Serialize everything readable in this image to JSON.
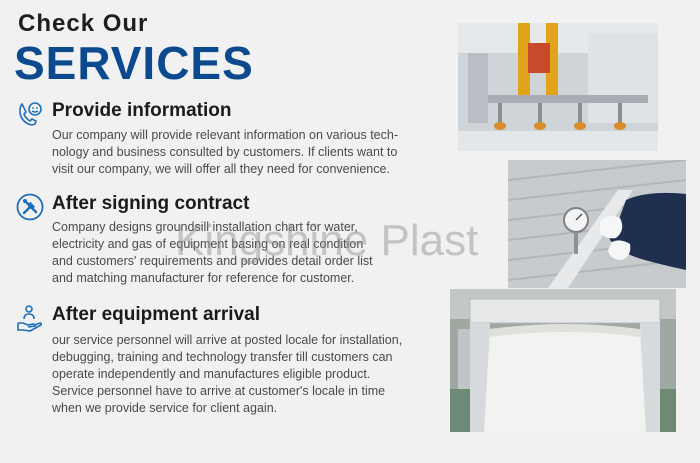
{
  "header": {
    "small": "Check Our",
    "big": "SERVICES"
  },
  "sections": [
    {
      "icon": "consultation-icon",
      "title": "Provide information",
      "lines": [
        "Our company will provide relevant information on various tech-",
        "nology and business consulted by customers. If clients want to",
        "visit our company, we will offer all they need for convenience."
      ]
    },
    {
      "icon": "tools-icon",
      "title": "After signing contract",
      "lines": [
        "Company designs groundsill installation chart for water,",
        "electricity and gas of equipment basing on real condition",
        "and customers' requirements and provides detail order list",
        "and matching manufacturer for reference for customer."
      ]
    },
    {
      "icon": "service-hand-icon",
      "title": "After equipment arrival",
      "lines": [
        "our service personnel will arrive at posted locale for installation,",
        "debugging, training and technology transfer till customers can",
        "operate independently and manufactures eligible product.",
        "Service personnel have to arrive at customer's locale in time",
        "when we provide service for client again."
      ]
    }
  ],
  "watermark": "Kingshine Plast",
  "colors": {
    "brand_blue": "#0b4a8f",
    "icon_blue": "#1f6fb8",
    "background": "#f1f1f1"
  }
}
